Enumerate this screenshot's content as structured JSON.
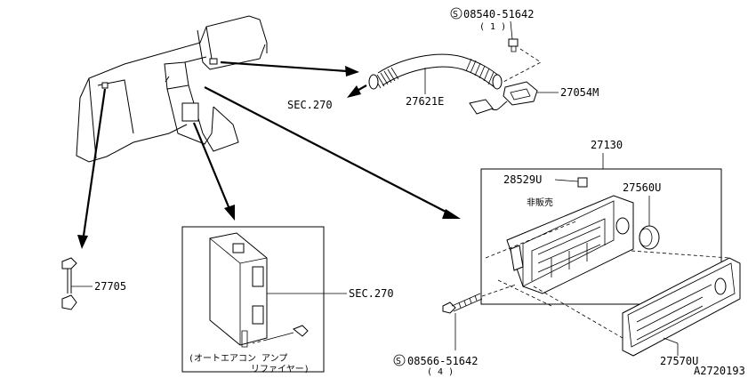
{
  "labels": {
    "bolt_top_number": "08540-51642",
    "bolt_top_qty": "( 1 )",
    "sec_left": "SEC.270",
    "duct_part": "27621E",
    "sensor_part": "27054M",
    "assembly_part": "27130",
    "screw_part": "28529U",
    "knob_part": "27560U",
    "not_for_sale": "非販売",
    "grommet_part": "27705",
    "sec_right": "SEC.270",
    "amp_caption_line1": "(オートエアコン アンプ",
    "amp_caption_line2": "リファイヤー)",
    "bolt_bottom_number": "08566-51642",
    "bolt_bottom_qty": "( 4 )",
    "panel_part": "27570U",
    "diagram_id": "A2720193",
    "bolt_symbol": "S"
  }
}
